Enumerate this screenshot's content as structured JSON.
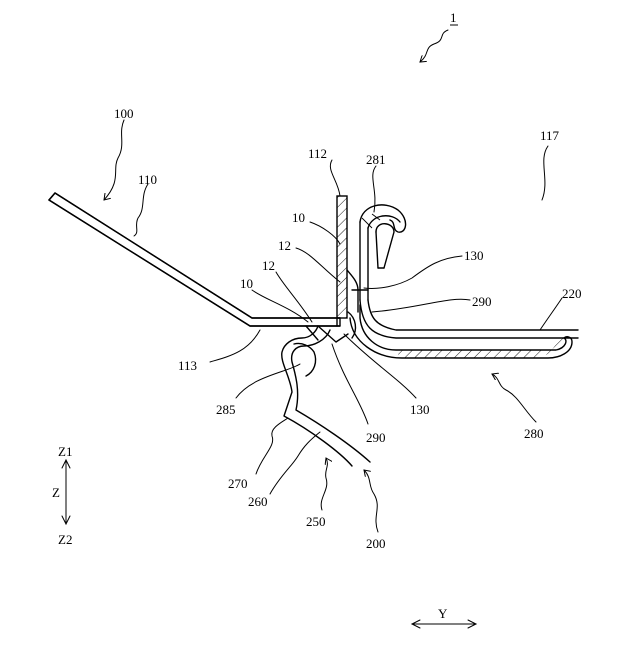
{
  "figure": {
    "assembly_label": "1",
    "labels": {
      "l100": "100",
      "l110": "110",
      "l112": "112",
      "l281": "281",
      "l117": "117",
      "l10a": "10",
      "l12a": "12",
      "l130a": "130",
      "l290a": "290",
      "l220": "220",
      "l12b": "12",
      "l10b": "10",
      "l113": "113",
      "l285": "285",
      "l130b": "130",
      "l290b": "290",
      "l280": "280",
      "l270": "270",
      "l260": "260",
      "l250": "250",
      "l200": "200"
    },
    "axes": {
      "z1": "Z1",
      "z": "Z",
      "z2": "Z2",
      "y": "Y"
    }
  }
}
